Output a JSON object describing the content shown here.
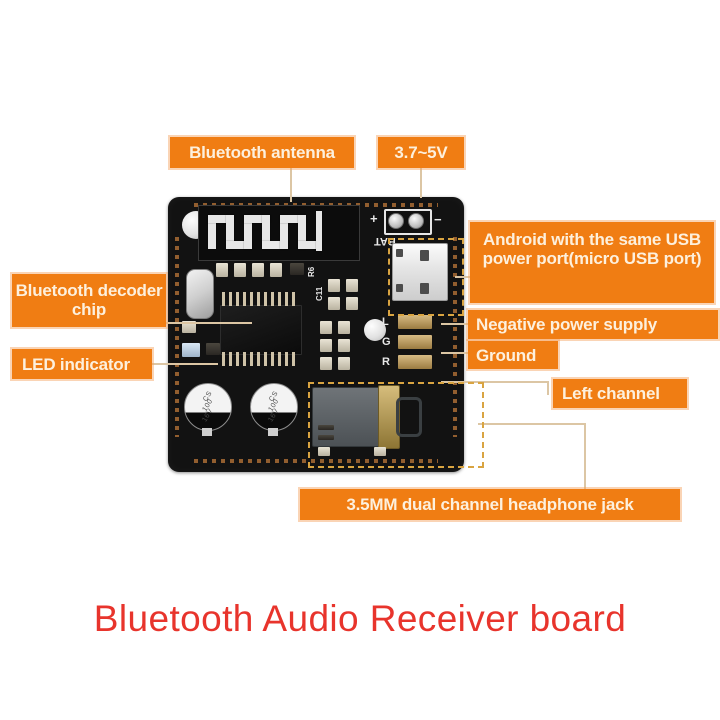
{
  "page": {
    "background_color": "#ffffff",
    "title_text": "Bluetooth Audio Receiver board",
    "title_color": "#e8342c"
  },
  "colors": {
    "callout_bg": "#f07d13",
    "callout_text": "#fdf0dd",
    "leader_line": "#dcc6a4",
    "dash_highlight": "#d9a441",
    "board": "#121212"
  },
  "callouts": [
    {
      "id": "bluetooth-antenna",
      "text": "Bluetooth antenna"
    },
    {
      "id": "voltage-range",
      "text": "3.7~5V"
    },
    {
      "id": "usb-power-port",
      "text": "Android with the same USB power port(micro USB port)"
    },
    {
      "id": "bluetooth-decoder",
      "text": "Bluetooth decoder chip"
    },
    {
      "id": "led-indicator",
      "text": "LED indicator"
    },
    {
      "id": "negative-power",
      "text": "Negative power supply"
    },
    {
      "id": "ground",
      "text": "Ground"
    },
    {
      "id": "left-channel",
      "text": "Left channel"
    },
    {
      "id": "headphone-jack",
      "text": "3.5MM dual channel headphone jack"
    }
  ],
  "board_silkscreen": {
    "battery_label": "BAT",
    "plus_sign": "+",
    "minus_sign": "−",
    "audio_out_left": "L",
    "audio_out_ground": "G",
    "audio_out_right": "R",
    "cap_marking_line1": "CS",
    "cap_marking_line2": "100",
    "cap_marking_line3": "16V",
    "ref_c11": "C11",
    "ref_r6": "R6"
  }
}
